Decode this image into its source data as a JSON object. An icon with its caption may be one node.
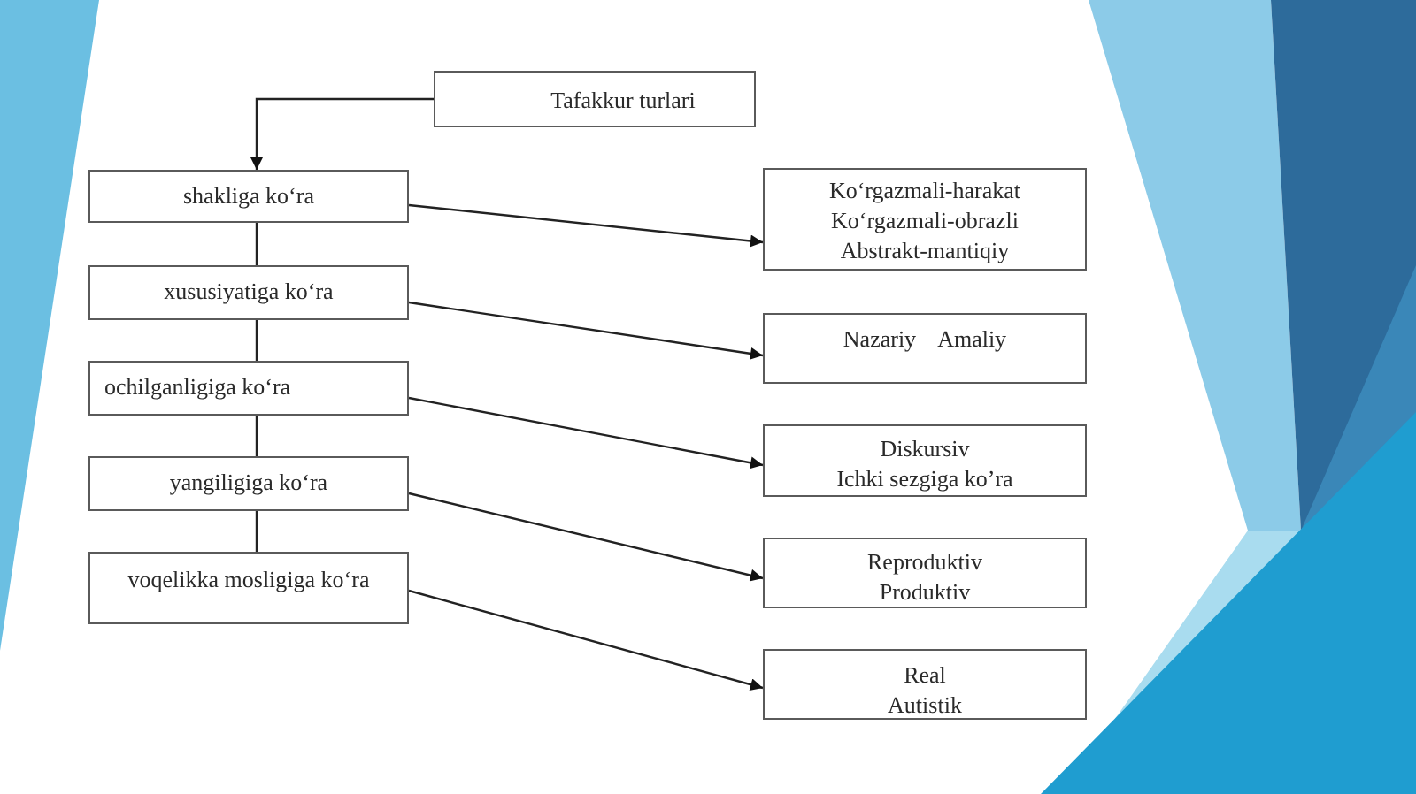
{
  "diagram": {
    "nodes": [
      {
        "text": [
          "Tafakkur turlari"
        ]
      },
      {
        "text": [
          "shakliga ko‘ra"
        ]
      },
      {
        "text": [
          "xususiyatiga ko‘ra"
        ]
      },
      {
        "text": [
          "ochilganligiga ko‘ra"
        ]
      },
      {
        "text": [
          "yangiligiga ko‘ra"
        ]
      },
      {
        "text": [
          "voqelikka mosligiga ko‘ra"
        ]
      },
      {
        "text": [
          "Ko‘rgazmali-harakat",
          "Ko‘rgazmali-obrazli",
          "Abstrakt-mantiqiy"
        ]
      },
      {
        "text": [
          "Nazariy",
          "Amaliy"
        ]
      },
      {
        "text": [
          "Diskursiv",
          "Ichki sezgiga ko’ra"
        ]
      },
      {
        "text": [
          "Reproduktiv",
          "Produktiv"
        ]
      },
      {
        "text": [
          "Real",
          "Autistik"
        ]
      }
    ],
    "edges": [
      {
        "from": 0,
        "to": 1,
        "arrow": "to"
      },
      {
        "from": 1,
        "to": 2,
        "arrow": "none"
      },
      {
        "from": 2,
        "to": 3,
        "arrow": "none"
      },
      {
        "from": 3,
        "to": 4,
        "arrow": "none"
      },
      {
        "from": 4,
        "to": 5,
        "arrow": "none"
      },
      {
        "from": 1,
        "to": 6,
        "arrow": "to"
      },
      {
        "from": 2,
        "to": 7,
        "arrow": "to"
      },
      {
        "from": 3,
        "to": 8,
        "arrow": "to"
      },
      {
        "from": 4,
        "to": 9,
        "arrow": "to"
      },
      {
        "from": 5,
        "to": 10,
        "arrow": "to"
      }
    ]
  }
}
